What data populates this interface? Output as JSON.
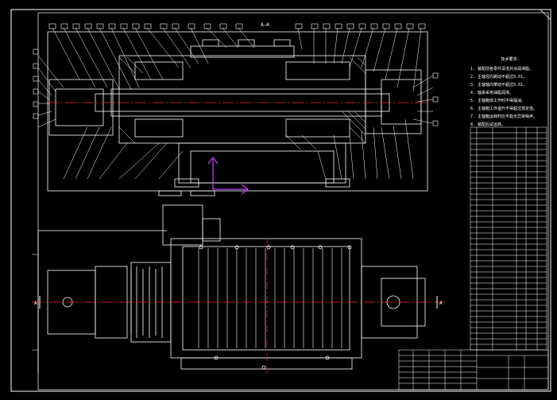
{
  "drawing": {
    "section_label": "A—A",
    "section_marks": [
      "A",
      "A"
    ]
  },
  "notes": {
    "title": "技术要求:",
    "lines": [
      "1. 装配前各零件清洗并涂润滑脂。",
      "2. 主轴径向跳动不超过0.01。",
      "3. 主轴轴向窜动不超过0.01。",
      "4. 轴承采用油脂润滑。",
      "5. 主轴箱体工作时不得漏油。",
      "6. 主轴箱工作温升不得超过规定值。",
      "7. 主轴箱运转时应平稳无异常噪声。",
      "8. 装配后试运转。"
    ]
  },
  "colors": {
    "line": "#ffffff",
    "centerline": "#ff2a2a",
    "axis": "#c040ff",
    "background": "#000000"
  }
}
